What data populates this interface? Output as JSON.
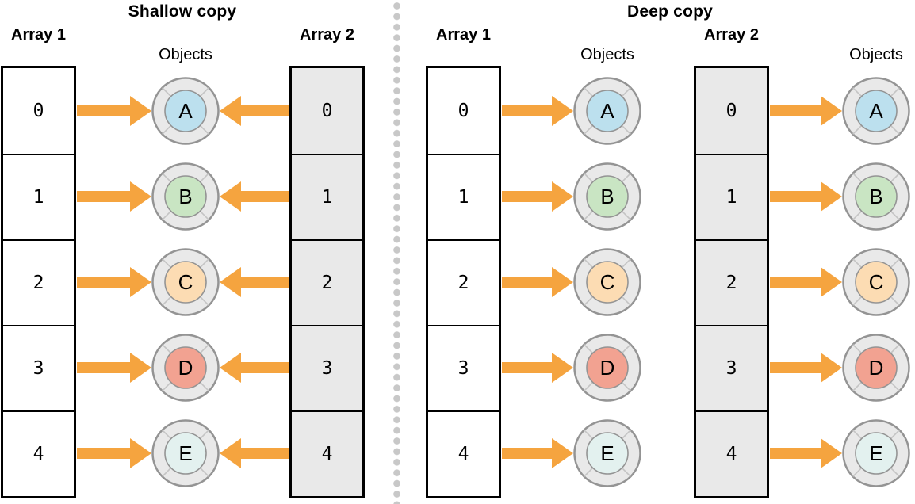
{
  "colors": {
    "arrow": "#F5A43F",
    "array_cell_gray": "#E9E9E9",
    "array_cell_white": "#FFFFFF",
    "array_border": "#000000",
    "object_ring_fill": "#E9E9E9",
    "object_ring_border": "#949494",
    "object_quadrant_line": "#C4C4C4",
    "divider_dot": "#C8C8C8",
    "text": "#000000"
  },
  "panels": [
    {
      "title": "Shallow copy",
      "columns": [
        {
          "type": "array",
          "label": "Array 1",
          "style": "white",
          "arrow": "right",
          "cells": [
            "0",
            "1",
            "2",
            "3",
            "4"
          ]
        },
        {
          "type": "objects",
          "label": "Objects",
          "items": [
            {
              "letter": "A",
              "color": "#BCE0EE"
            },
            {
              "letter": "B",
              "color": "#C9E5C3"
            },
            {
              "letter": "C",
              "color": "#FCDCB3"
            },
            {
              "letter": "D",
              "color": "#F2A291"
            },
            {
              "letter": "E",
              "color": "#E3F1EF"
            }
          ]
        },
        {
          "type": "array",
          "label": "Array 2",
          "style": "gray",
          "arrow": "left",
          "cells": [
            "0",
            "1",
            "2",
            "3",
            "4"
          ]
        }
      ]
    },
    {
      "title": "Deep copy",
      "columns": [
        {
          "type": "array",
          "label": "Array 1",
          "style": "white",
          "arrow": "right",
          "cells": [
            "0",
            "1",
            "2",
            "3",
            "4"
          ]
        },
        {
          "type": "objects",
          "label": "Objects",
          "items": [
            {
              "letter": "A",
              "color": "#BCE0EE"
            },
            {
              "letter": "B",
              "color": "#C9E5C3"
            },
            {
              "letter": "C",
              "color": "#FCDCB3"
            },
            {
              "letter": "D",
              "color": "#F2A291"
            },
            {
              "letter": "E",
              "color": "#E3F1EF"
            }
          ]
        },
        {
          "type": "array",
          "label": "Array 2",
          "style": "gray",
          "arrow": "right",
          "cells": [
            "0",
            "1",
            "2",
            "3",
            "4"
          ]
        },
        {
          "type": "objects",
          "label": "Objects",
          "items": [
            {
              "letter": "A",
              "color": "#BCE0EE"
            },
            {
              "letter": "B",
              "color": "#C9E5C3"
            },
            {
              "letter": "C",
              "color": "#FCDCB3"
            },
            {
              "letter": "D",
              "color": "#F2A291"
            },
            {
              "letter": "E",
              "color": "#E3F1EF"
            }
          ]
        }
      ]
    }
  ]
}
